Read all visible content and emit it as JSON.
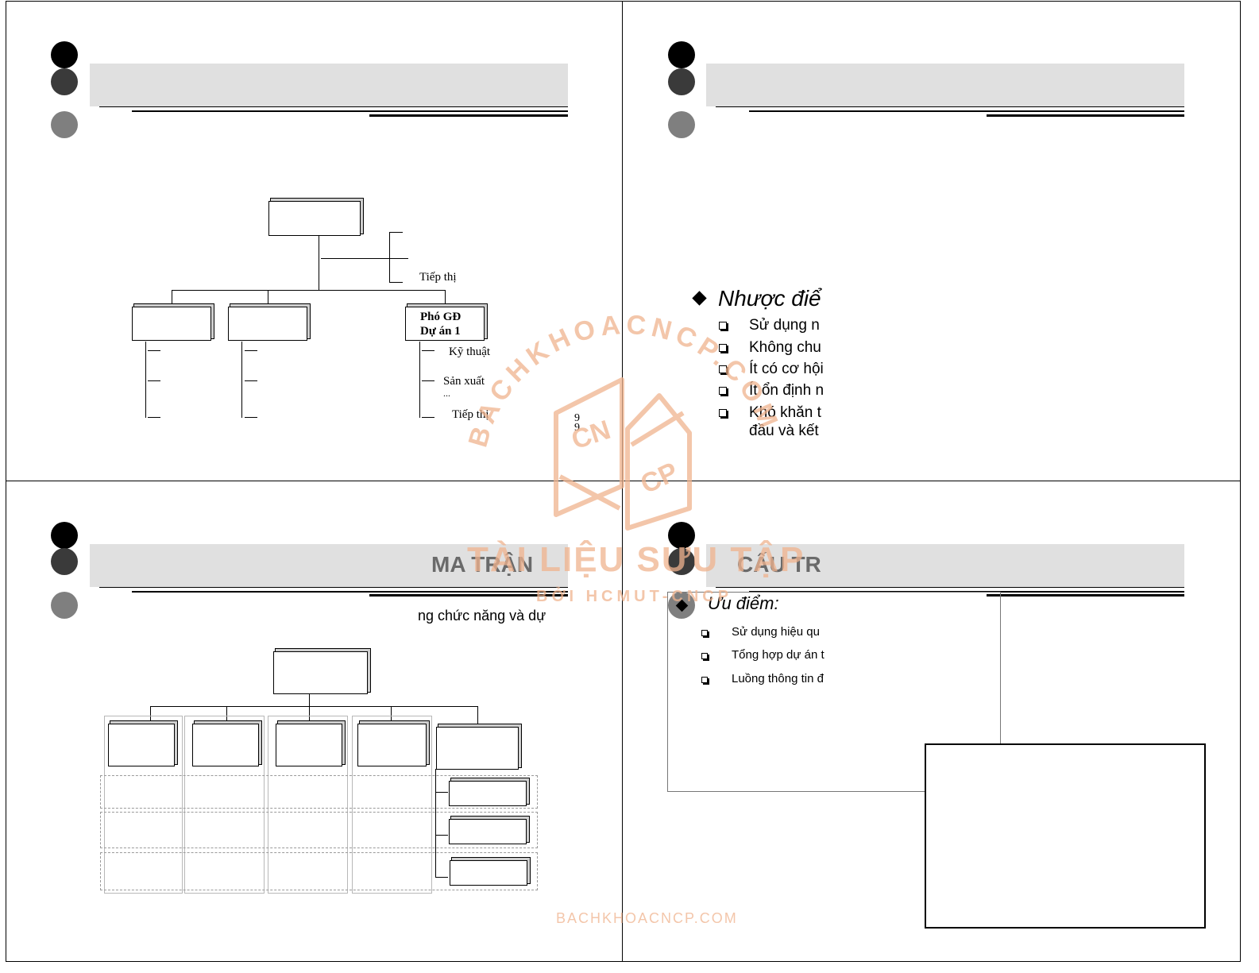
{
  "slide1": {
    "org_labels": {
      "right_branch": "Tiếp thị",
      "vp_box_line1": "Phó GĐ",
      "vp_box_line2": "Dự án 1",
      "sub1": "Kỹ thuật",
      "sub2": "Sản xuất",
      "sub2_more": "...",
      "sub3": "Tiếp thị"
    },
    "page_num_a": "9",
    "page_num_b": "9"
  },
  "slide2": {
    "heading": "Nhược điể",
    "items": [
      "Sử dụng n",
      "Không chu",
      "Ít có cơ hội",
      "Ít ổn định n",
      "Khó khăn t",
      "đầu và kết"
    ]
  },
  "slide3": {
    "title": "MA TRẬN",
    "subtitle": "ng chức năng và dự"
  },
  "slide4": {
    "title": "CẤU TR",
    "heading": "Ưu điểm:",
    "items": [
      "Sử dụng hiệu qu",
      "Tổng hợp dự án t",
      "Luồng thông tin đ"
    ]
  },
  "watermark": {
    "arc_text": "BACHKHOACNCP.COM",
    "logo_left": "CN",
    "logo_right": "CP",
    "line1": "TÀI LIỆU SƯU TẬP",
    "line2": "BỞI HCMUT-CNCP",
    "footer": "BACHKHOACNCP.COM",
    "color": "#f0b38e"
  }
}
